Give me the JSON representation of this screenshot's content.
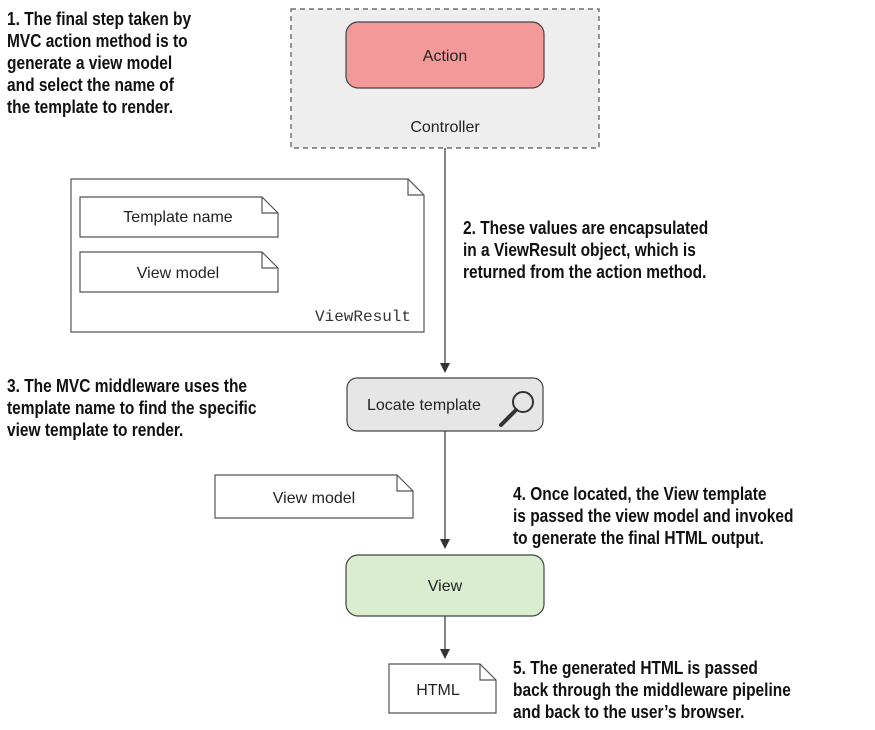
{
  "colors": {
    "action_fill": "#f4999a",
    "controller_fill": "#eeeeee",
    "locate_fill": "#e6e6e6",
    "view_fill": "#d9edcf",
    "stroke": "#444444"
  },
  "nodes": {
    "action": "Action",
    "controller": "Controller",
    "locate_template": "Locate template",
    "view": "View"
  },
  "documents": {
    "template_name": "Template name",
    "view_model_1": "View model",
    "view_result": "ViewResult",
    "view_model_2": "View model",
    "html": "HTML"
  },
  "icons": {
    "locate_template": "magnifier-icon"
  },
  "notes": {
    "step1": "1. The final step taken by\nMVC action method is to\ngenerate a view model\nand select the name of\nthe template to render.",
    "step2": "2. These values are encapsulated\nin a ViewResult object, which is\nreturned from the action method.",
    "step3": "3. The MVC middleware uses the\ntemplate name to find the specific\nview template to render.",
    "step4": "4. Once located, the View template\nis passed the view model and invoked\nto generate the final HTML output.",
    "step5": "5. The generated HTML is passed\nback through the middleware pipeline\nand back to the user’s browser."
  }
}
